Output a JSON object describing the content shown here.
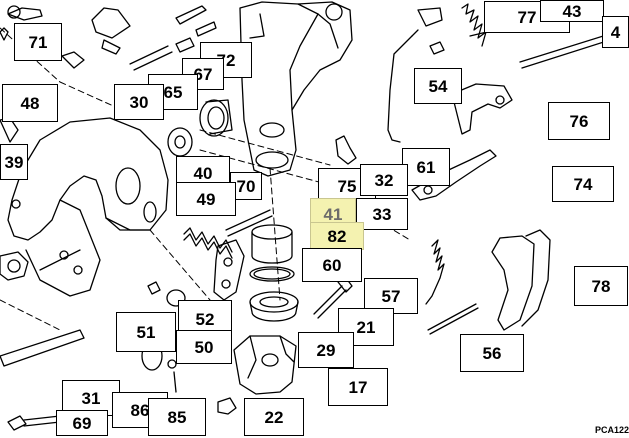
{
  "diagram": {
    "code": "PCA122",
    "highlighted_callouts": [
      "41",
      "82"
    ],
    "callouts": {
      "c71": "71",
      "c77": "77",
      "c43": "43",
      "c72": "72",
      "c67": "67",
      "c65": "65",
      "c30": "30",
      "c48": "48",
      "c54": "54",
      "c76": "76",
      "c39": "39",
      "c40": "40",
      "c70": "70",
      "c49": "49",
      "c75": "75",
      "c61": "61",
      "c32": "32",
      "c74": "74",
      "c41": "41",
      "c33": "33",
      "c82": "82",
      "c60": "60",
      "c57": "57",
      "c78": "78",
      "c51": "51",
      "c52": "52",
      "c50": "50",
      "c21": "21",
      "c29": "29",
      "c56": "56",
      "c17": "17",
      "c31": "31",
      "c86": "86",
      "c85": "85",
      "c22": "22",
      "c69": "69",
      "c4": "4"
    }
  }
}
